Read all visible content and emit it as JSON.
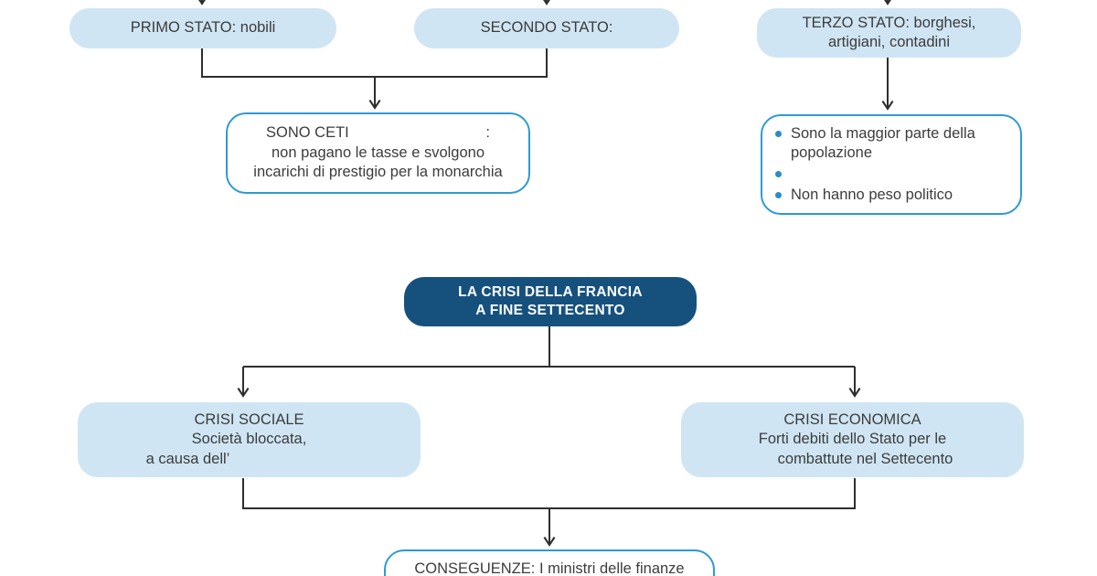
{
  "diagram_title": "LA CRISI DELLA FRANCIA A FINE SETTECENTO",
  "nodes": {
    "primo_stato": {
      "label": "PRIMO STATO: nobili"
    },
    "secondo_stato": {
      "label": "SECONDO STATO:"
    },
    "terzo_stato": {
      "line1": "TERZO STATO: borghesi,",
      "line2": "artigiani, contadini"
    },
    "ceti_detail": {
      "line1_label": "SONO CETI",
      "line1_colon": ":",
      "line2": "non pagano le tasse e svolgono",
      "line3": "incarichi di prestigio per la monarchia"
    },
    "terzo_detail": {
      "bullets": [
        "Sono la maggior parte della popolazione",
        "",
        "Non hanno peso politico"
      ]
    },
    "crisi_title": {
      "line1": "LA CRISI DELLA FRANCIA",
      "line2": "A FINE SETTECENTO"
    },
    "crisi_sociale": {
      "line1": "CRISI SOCIALE",
      "line2": "Società bloccata,",
      "line3": "a causa dell’"
    },
    "crisi_economica": {
      "line1": "CRISI ECONOMICA",
      "line2": "Forti debiti dello Stato per le",
      "line3": "combattute nel Settecento"
    },
    "conseguenze": {
      "line1": "CONSEGUENZE: I ministri delle finanze"
    }
  },
  "colors": {
    "light_blue_fill": "#cfe5f3",
    "outline_blue": "#2e9ad3",
    "dark_blue": "#16517e",
    "bullet_blue": "#2b8cc9",
    "text": "#3c3c3c",
    "connector": "#2e2e2e",
    "background": "#ffffff"
  }
}
